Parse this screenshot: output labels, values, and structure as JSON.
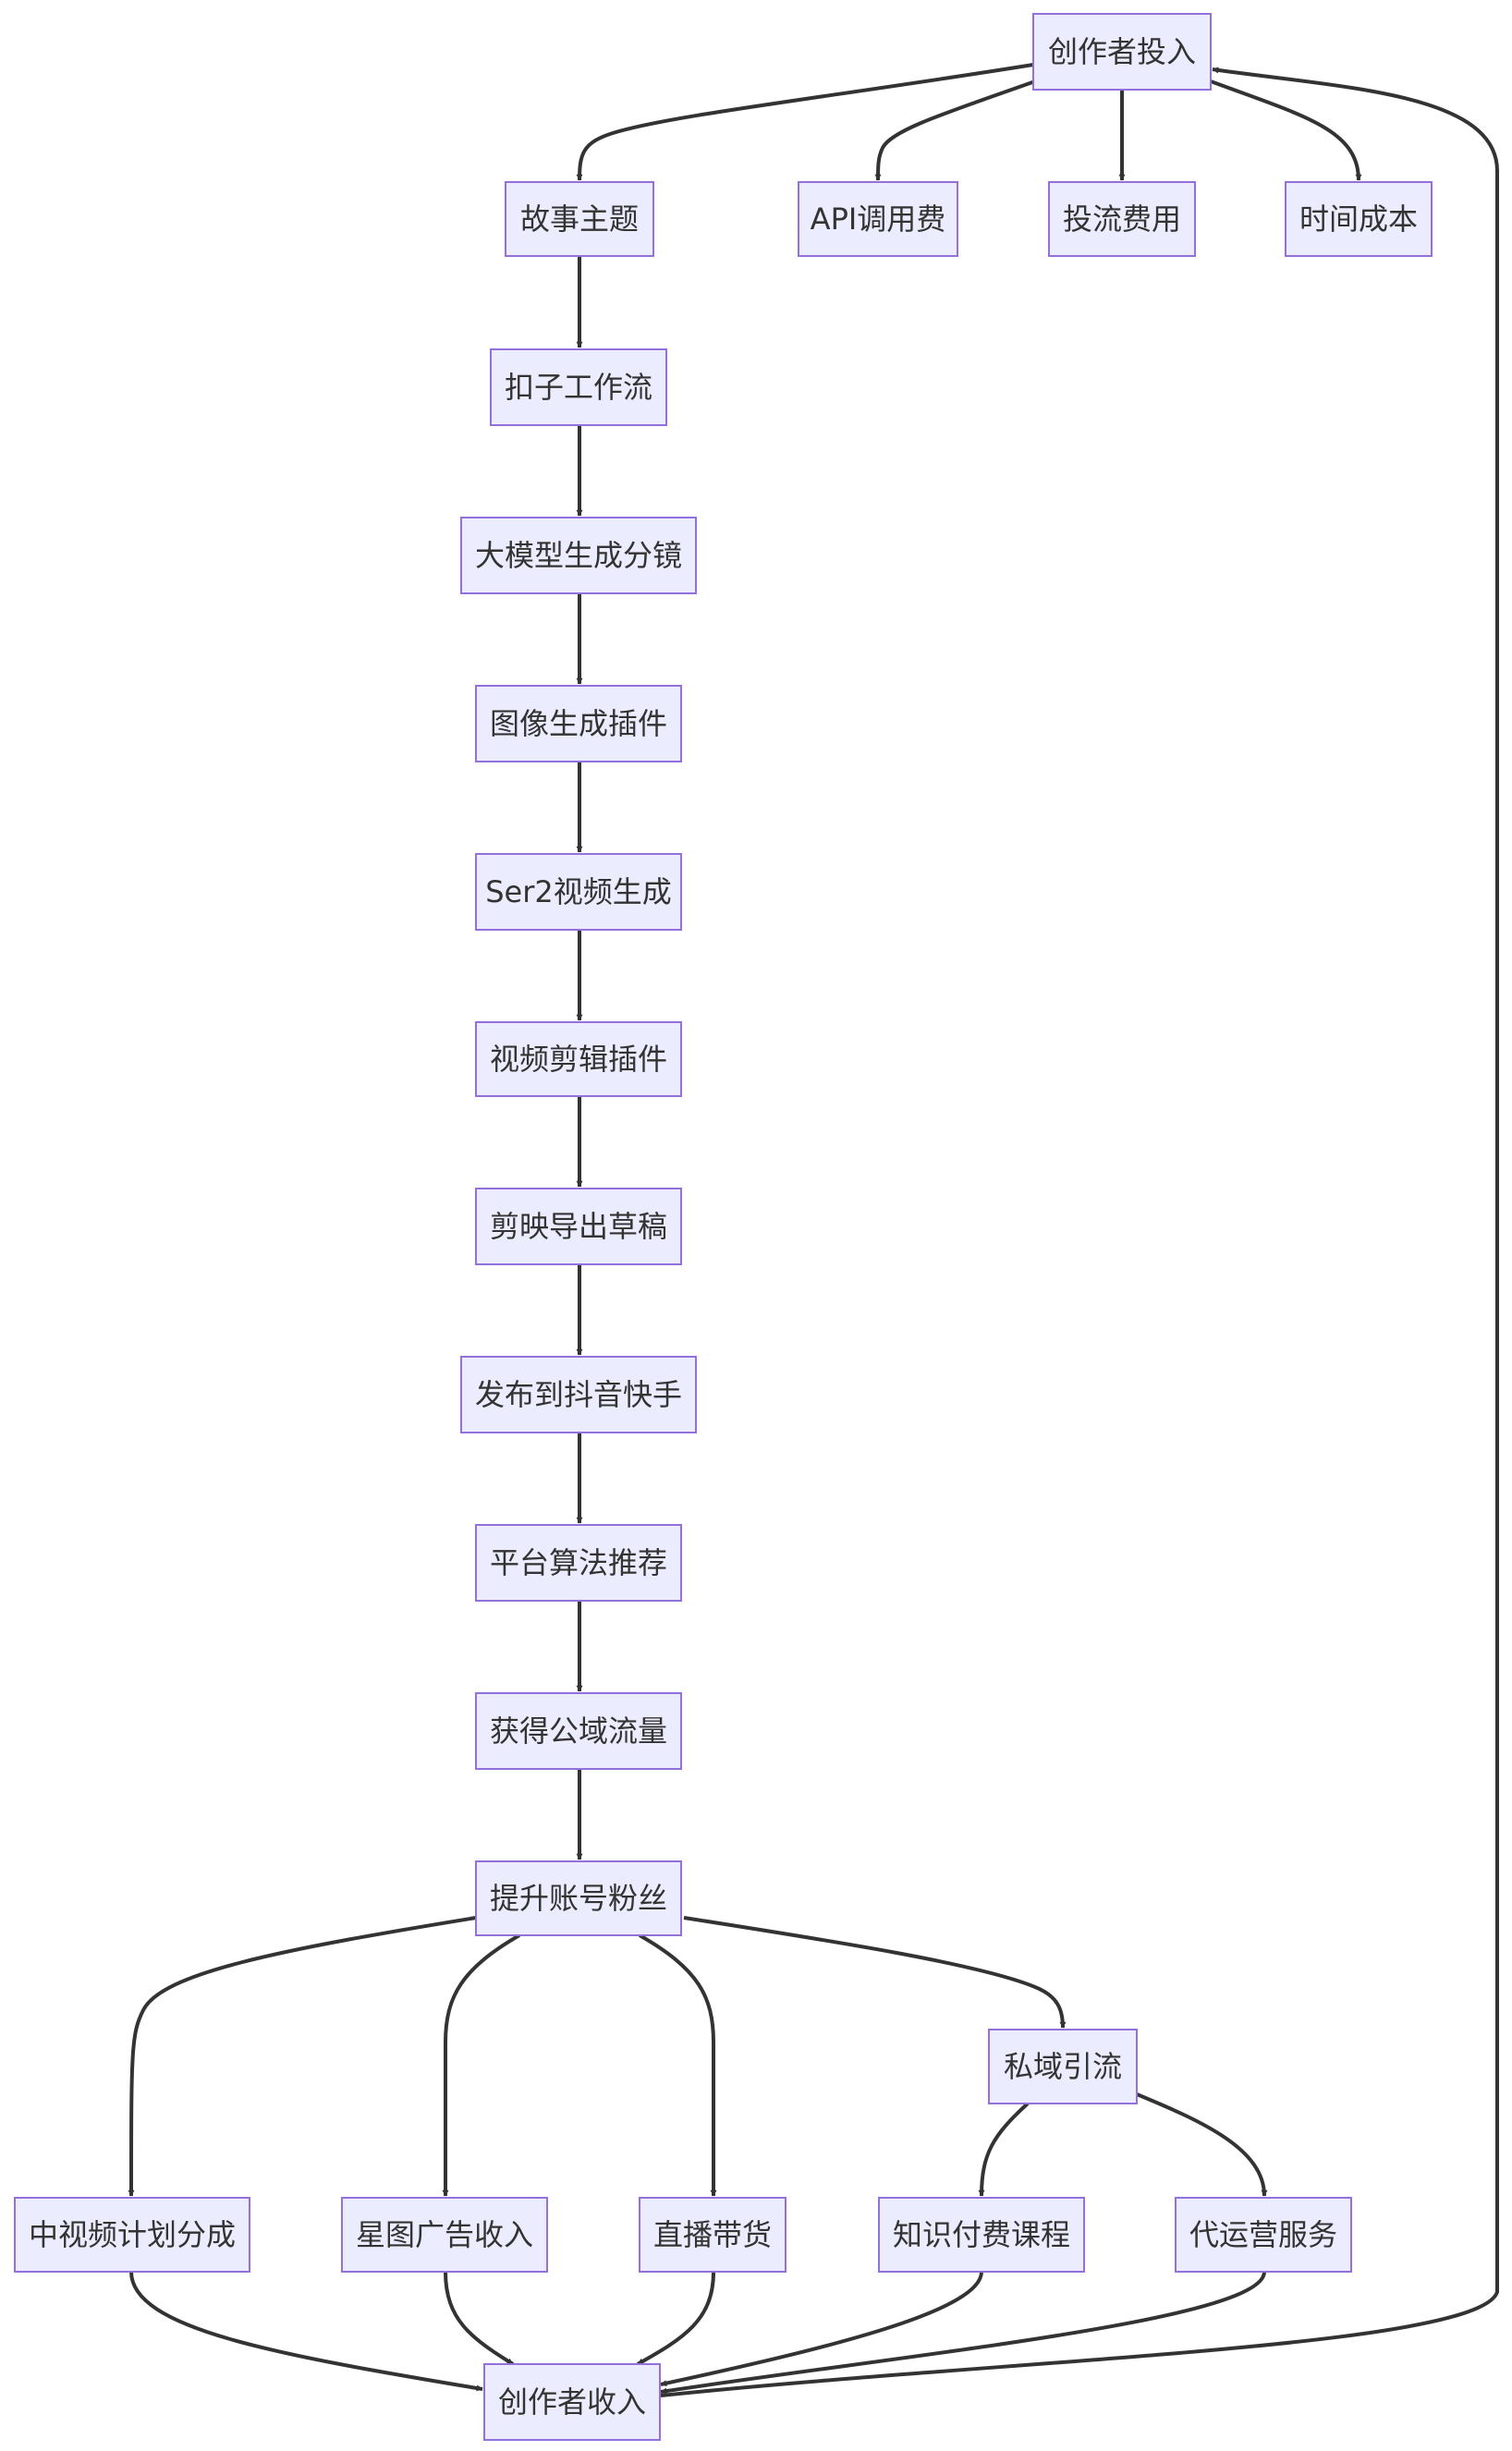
{
  "nodes": {
    "invest": "创作者投入",
    "topic": "故事主题",
    "api": "API调用费",
    "ads": "投流费用",
    "time": "时间成本",
    "workflow": "扣子工作流",
    "storyboard": "大模型生成分镜",
    "image": "图像生成插件",
    "video": "Ser2视频生成",
    "edit": "视频剪辑插件",
    "export": "剪映导出草稿",
    "publish": "发布到抖音快手",
    "algo": "平台算法推荐",
    "traffic": "获得公域流量",
    "fans": "提升账号粉丝",
    "private": "私域引流",
    "midvideo": "中视频计划分成",
    "xingtu": "星图广告收入",
    "live": "直播带货",
    "course": "知识付费课程",
    "agency": "代运营服务",
    "income": "创作者收入"
  },
  "colors": {
    "node_fill": "#ECECFF",
    "node_stroke": "#9370DB",
    "edge": "#333333",
    "text": "#333333"
  }
}
